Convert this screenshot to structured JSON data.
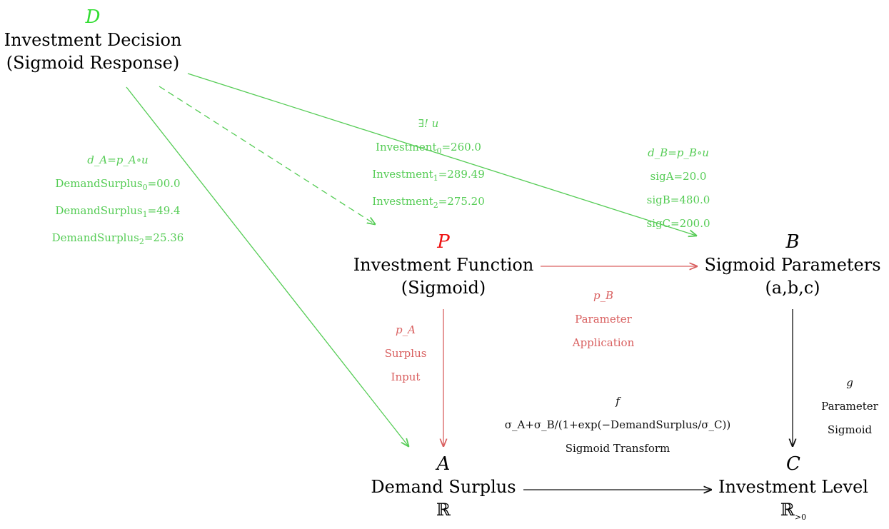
{
  "colors": {
    "green": "#55cc55",
    "letter_green": "#33dd33",
    "red": "#d96060",
    "letter_red": "#ee1111",
    "black": "#111111"
  },
  "nodes": {
    "D": {
      "letter": "D",
      "line1": "Investment Decision",
      "line2": "(Sigmoid Response)"
    },
    "P": {
      "letter": "P",
      "line1": "Investment Function",
      "line2": "(Sigmoid)"
    },
    "B": {
      "letter": "B",
      "line1": "Sigmoid Parameters",
      "line2": "(a,b,c)"
    },
    "A": {
      "letter": "A",
      "line1": "Demand Surplus",
      "set": "ℝ"
    },
    "C": {
      "letter": "C",
      "line1": "Investment Level",
      "set_base": "ℝ",
      "set_sub": ">0"
    }
  },
  "labels": {
    "u": {
      "head": "∃! u",
      "lines": [
        {
          "base": "Investment",
          "sub": "0",
          "rest": "=260.0"
        },
        {
          "base": "Investment",
          "sub": "1",
          "rest": "=289.49"
        },
        {
          "base": "Investment",
          "sub": "2",
          "rest": "=275.20"
        }
      ]
    },
    "dA": {
      "head": "d_A=p_A∘u",
      "lines": [
        {
          "base": "DemandSurplus",
          "sub": "0",
          "rest": "=00.0"
        },
        {
          "base": "DemandSurplus",
          "sub": "1",
          "rest": "=49.4"
        },
        {
          "base": "DemandSurplus",
          "sub": "2",
          "rest": "=25.36"
        }
      ]
    },
    "dB": {
      "head": "d_B=p_B∘u",
      "lines": [
        "sigA=20.0",
        "sigB=480.0",
        "sigC=200.0"
      ]
    },
    "pA": {
      "head": "p_A",
      "lines": [
        "Surplus",
        "Input"
      ]
    },
    "pB": {
      "head": "p_B",
      "lines": [
        "Parameter",
        "Application"
      ]
    },
    "f": {
      "head": "f",
      "formula": "σ_A+σ_B/(1+exp(−DemandSurplus/σ_C))",
      "caption": "Sigmoid Transform"
    },
    "g": {
      "head": "g",
      "lines": [
        "Parameter",
        "Sigmoid"
      ]
    }
  }
}
